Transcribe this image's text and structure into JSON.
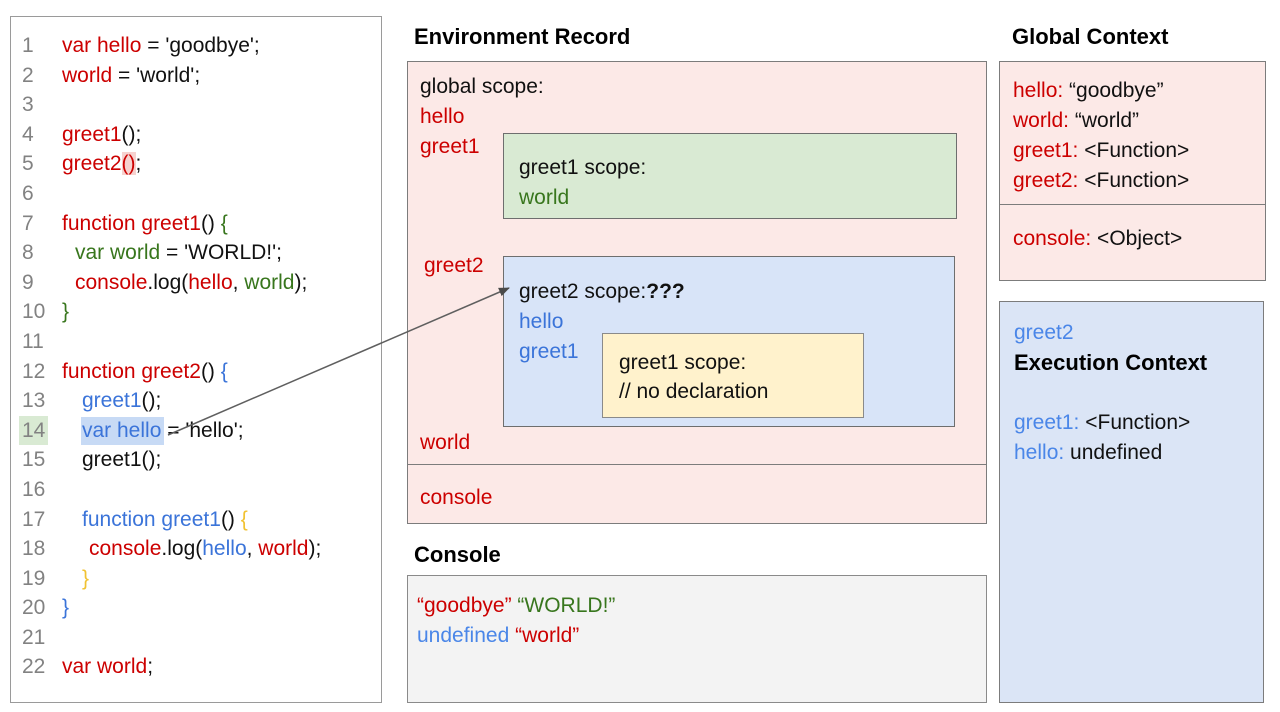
{
  "colors": {
    "accent_red": "#cc0000",
    "accent_green": "#38761d",
    "accent_blue": "#3b74d9",
    "accent_light_blue": "#4a86e8",
    "brace_yellow": "#f1c232",
    "box_pink": "#fce9e7",
    "box_green": "#d9ead3",
    "box_blue": "#d8e4f8",
    "box_yellow": "#fff2cc",
    "box_exec_blue": "#dbe5f6",
    "console_gray": "#f3f3f3"
  },
  "code_panel": {
    "indents": [
      0,
      13,
      20,
      27
    ],
    "lines": [
      {
        "n": "1",
        "s": [
          [
            "var hello",
            "red"
          ],
          [
            " = 'goodbye';",
            "k"
          ]
        ]
      },
      {
        "n": "2",
        "s": [
          [
            "world",
            "red"
          ],
          [
            " = 'world';",
            "k"
          ]
        ]
      },
      {
        "n": "3",
        "s": []
      },
      {
        "n": "4",
        "s": [
          [
            "greet1",
            "red"
          ],
          [
            "();",
            "k"
          ]
        ]
      },
      {
        "n": "5",
        "s": [
          [
            "greet2",
            "red"
          ],
          [
            "()",
            "red hl-pink"
          ],
          [
            ";",
            "k"
          ]
        ]
      },
      {
        "n": "6",
        "s": []
      },
      {
        "n": "7",
        "s": [
          [
            "function greet1",
            "red"
          ],
          [
            "() ",
            "k"
          ],
          [
            "{",
            "green"
          ]
        ]
      },
      {
        "n": "8",
        "i": 1,
        "s": [
          [
            "var world",
            "green"
          ],
          [
            " = 'WORLD!';",
            "k"
          ]
        ]
      },
      {
        "n": "9",
        "i": 1,
        "s": [
          [
            "console",
            "red"
          ],
          [
            ".log(",
            "k"
          ],
          [
            "hello",
            "red"
          ],
          [
            ", ",
            "k"
          ],
          [
            "world",
            "green"
          ],
          [
            ");",
            "k"
          ]
        ]
      },
      {
        "n": "10",
        "s": [
          [
            "}",
            "green"
          ]
        ]
      },
      {
        "n": "11",
        "s": []
      },
      {
        "n": "12",
        "s": [
          [
            "function greet2",
            "red"
          ],
          [
            "() ",
            "k"
          ],
          [
            "{",
            "blue"
          ]
        ]
      },
      {
        "n": "13",
        "i": 2,
        "s": [
          [
            "greet1",
            "blue"
          ],
          [
            "();",
            "k"
          ]
        ]
      },
      {
        "n": "14",
        "i": 2,
        "hl": true,
        "s": [
          [
            "var hello",
            "blue hl-blue"
          ],
          [
            " = 'hello';",
            "k"
          ]
        ]
      },
      {
        "n": "15",
        "i": 2,
        "s": [
          [
            "greet1();",
            "k"
          ]
        ]
      },
      {
        "n": "16",
        "s": []
      },
      {
        "n": "17",
        "i": 2,
        "s": [
          [
            "function greet1",
            "blue"
          ],
          [
            "() ",
            "k"
          ],
          [
            "{",
            "yellow"
          ]
        ]
      },
      {
        "n": "18",
        "i": 3,
        "s": [
          [
            "console",
            "red"
          ],
          [
            ".log(",
            "k"
          ],
          [
            "hello",
            "blue"
          ],
          [
            ", ",
            "k"
          ],
          [
            "world",
            "red"
          ],
          [
            ");",
            "k"
          ]
        ]
      },
      {
        "n": "19",
        "i": 2,
        "s": [
          [
            "}",
            "yellow"
          ]
        ]
      },
      {
        "n": "20",
        "s": [
          [
            "}",
            "blue"
          ]
        ]
      },
      {
        "n": "21",
        "s": []
      },
      {
        "n": "22",
        "s": [
          [
            "var world",
            "red"
          ],
          [
            ";",
            "k"
          ]
        ]
      }
    ]
  },
  "environment_record": {
    "title": "Environment Record",
    "global_scope_label": "global scope:",
    "var_hello": "hello",
    "var_greet1": "greet1",
    "var_greet2": "greet2",
    "var_world": "world",
    "console_label": "console",
    "greet1_scope": {
      "label": "greet1 scope:",
      "var_world": "world"
    },
    "greet2_scope": {
      "header": [
        [
          "greet2 scope:",
          "k"
        ],
        [
          "???",
          "b"
        ]
      ],
      "var_hello": "hello",
      "var_greet1": "greet1",
      "inner_greet1_scope": {
        "label": "greet1 scope:",
        "comment": "// no declaration"
      }
    }
  },
  "console_panel": {
    "title": "Console",
    "lines": [
      [
        [
          "“goodbye”",
          "red"
        ],
        [
          " ",
          "k"
        ],
        [
          "“WORLD!”",
          "green"
        ]
      ],
      [
        [
          "undefined",
          "lblue"
        ],
        [
          " ",
          "k"
        ],
        [
          "“world”",
          "red"
        ]
      ]
    ]
  },
  "global_context": {
    "title": "Global Context",
    "entries": [
      [
        [
          "hello:",
          "red"
        ],
        [
          " “goodbye”",
          "k"
        ]
      ],
      [
        [
          "world:",
          "red"
        ],
        [
          " “world”",
          "k"
        ]
      ],
      [
        [
          "greet1:",
          "red"
        ],
        [
          " <Function>",
          "k"
        ]
      ],
      [
        [
          "greet2:",
          "red"
        ],
        [
          " <Function>",
          "k"
        ]
      ]
    ],
    "console_entry": [
      [
        "console:",
        "red"
      ],
      [
        " <Object>",
        "k"
      ]
    ]
  },
  "execution_context": {
    "fn_name": "greet2",
    "title": "Execution Context",
    "entries": [
      [
        [
          "greet1:",
          "lblue"
        ],
        [
          " <Function>",
          "k"
        ]
      ],
      [
        [
          "hello:",
          "lblue"
        ],
        [
          " undefined",
          "k"
        ]
      ]
    ]
  }
}
